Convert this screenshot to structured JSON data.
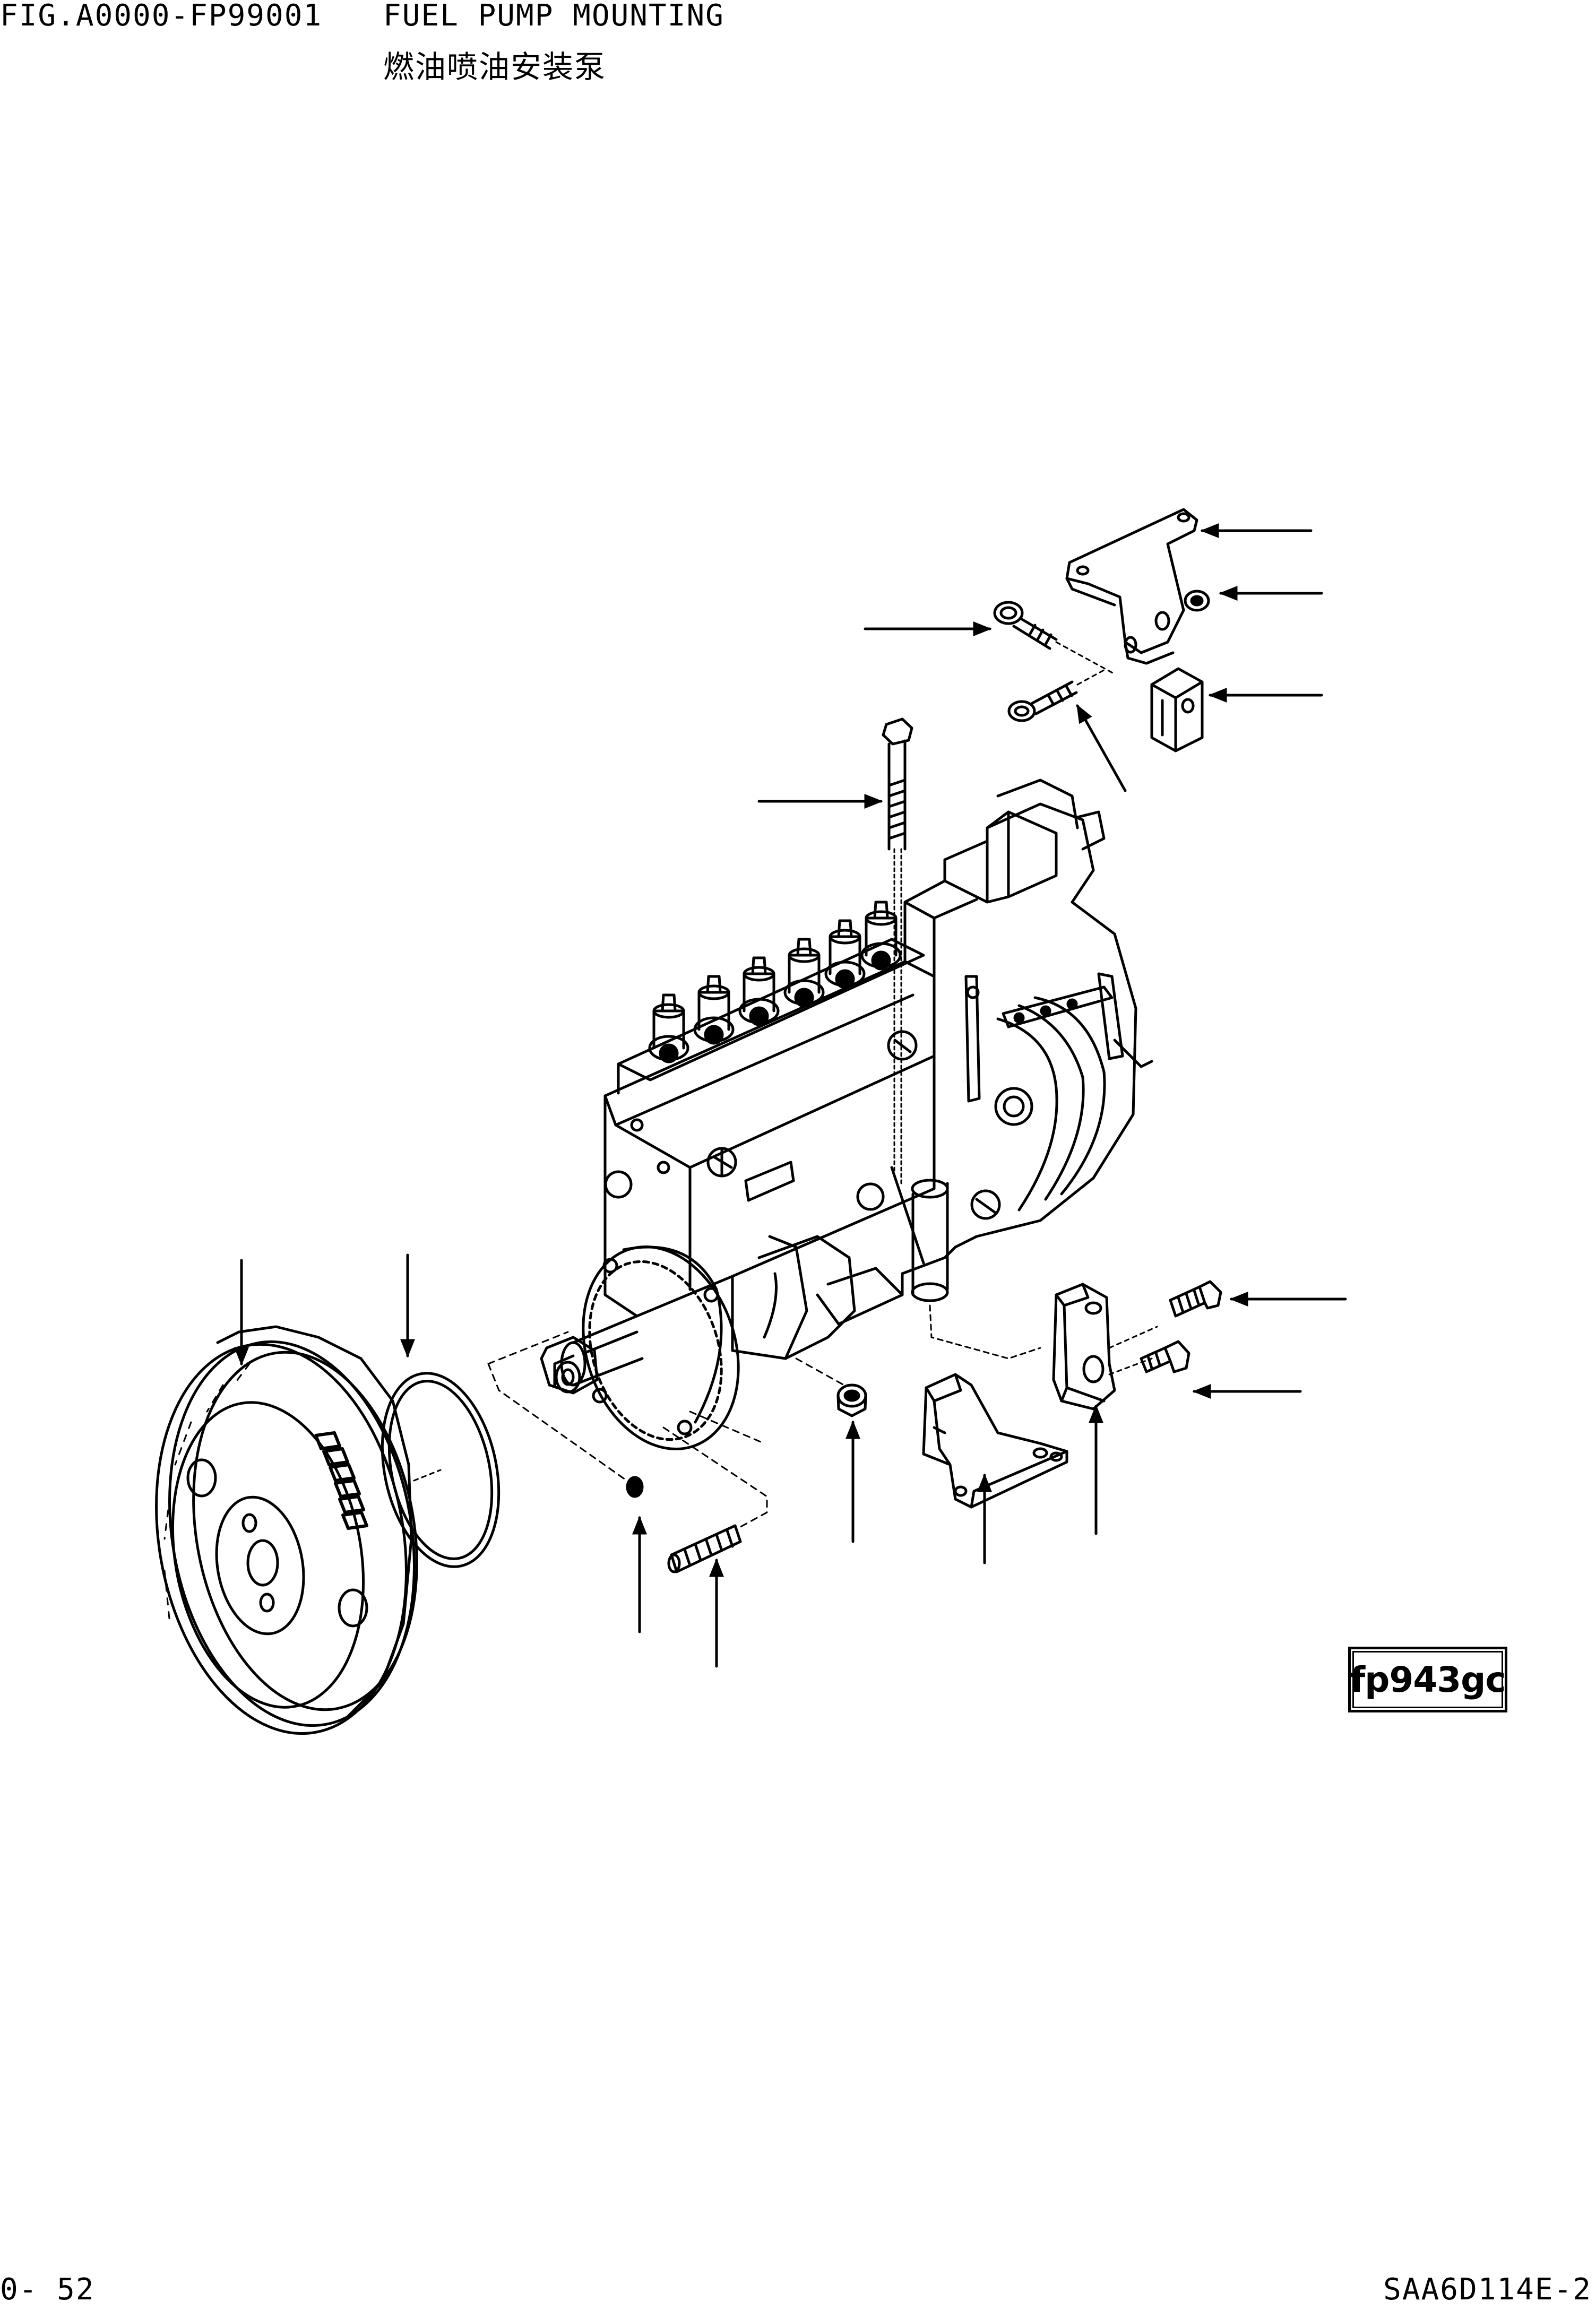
{
  "header": {
    "fig_code": "FIG.A0000-FP99001",
    "title_en": "FUEL PUMP MOUNTING",
    "title_zh": "燃油喷油安装泵"
  },
  "diagram": {
    "reference_code": "fp943gc",
    "colors": {
      "line": "#000000",
      "background": "#ffffff"
    },
    "parts": [
      "upper-bracket",
      "upper-nut",
      "upper-flange-bolt",
      "upper-bolt",
      "spacer-block",
      "long-bolt",
      "injection-pump",
      "drive-gear",
      "o-ring",
      "gear-nut",
      "key",
      "stud",
      "washer-nut",
      "lower-bracket",
      "lower-support-bracket",
      "lower-bolt-upper",
      "lower-bolt-lower"
    ]
  },
  "footer": {
    "page": "0- 52",
    "model": "SAA6D114E-2"
  }
}
